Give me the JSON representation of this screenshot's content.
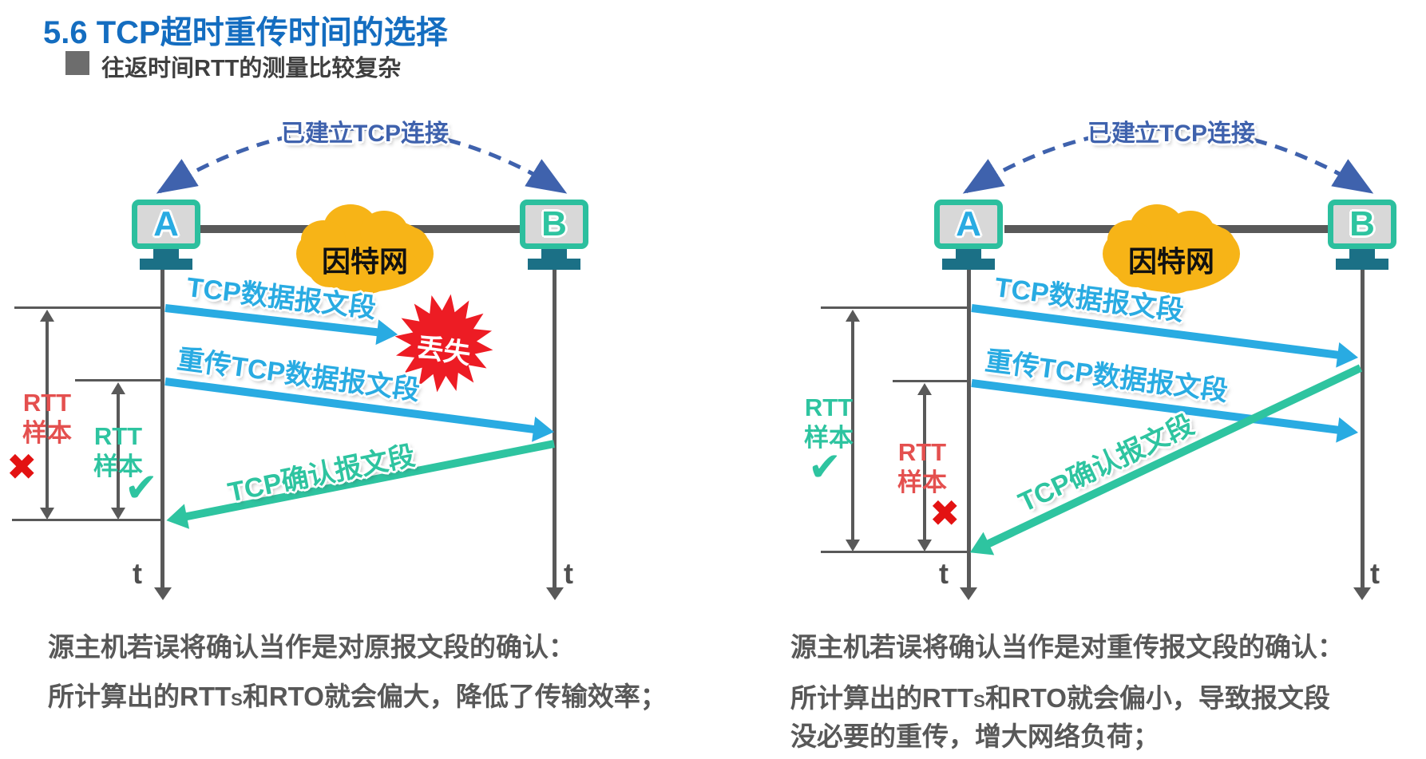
{
  "page": {
    "title": "5.6 TCP超时重传时间的选择",
    "subtitle": "往返时间RTT的测量比较复杂"
  },
  "colors": {
    "title_blue": "#146dc0",
    "data_arrow_blue": "#29abe2",
    "ack_arrow_teal": "#2ec4a0",
    "monitor_frame_teal": "#2cbf9e",
    "stand_teal": "#1b7086",
    "cloud_yellow": "#f7b417",
    "connection_arc_blue": "#3f62ad",
    "loss_red": "#ed1c24",
    "invalid_red": "#e31212",
    "line_gray": "#595959"
  },
  "diagram_left": {
    "connection_label": "已建立TCP连接",
    "internet": "因特网",
    "host_a": "A",
    "host_b": "B",
    "msg1": "TCP数据报文段",
    "msg2": "重传TCP数据报文段",
    "msg3": "TCP确认报文段",
    "loss": "丢失",
    "rtt1_line1": "RTT",
    "rtt1_line2": "样本",
    "rtt1_mark": "✖",
    "rtt2_line1": "RTT",
    "rtt2_line2": "样本",
    "rtt2_mark": "✔",
    "t_a": "t",
    "t_b": "t",
    "caption_line1": "源主机若误将确认当作是对原报文段的确认：",
    "caption_line2_pre": "所计算出的RTT",
    "caption_line2_sub": "S",
    "caption_line2_post": "和RTO就会偏大，降低了传输效率；"
  },
  "diagram_right": {
    "connection_label": "已建立TCP连接",
    "internet": "因特网",
    "host_a": "A",
    "host_b": "B",
    "msg1": "TCP数据报文段",
    "msg2": "重传TCP数据报文段",
    "msg3": "TCP确认报文段",
    "rtt1_line1": "RTT",
    "rtt1_line2": "样本",
    "rtt1_mark": "✔",
    "rtt2_line1": "RTT",
    "rtt2_line2": "样本",
    "rtt2_mark": "✖",
    "t_a": "t",
    "t_b": "t",
    "caption_line1": "源主机若误将确认当作是对重传报文段的确认：",
    "caption_line2_pre": "所计算出的RTT",
    "caption_line2_sub": "S",
    "caption_line2_post": "和RTO就会偏小，导致报文段",
    "caption_line3": "没必要的重传，增大网络负荷；"
  }
}
